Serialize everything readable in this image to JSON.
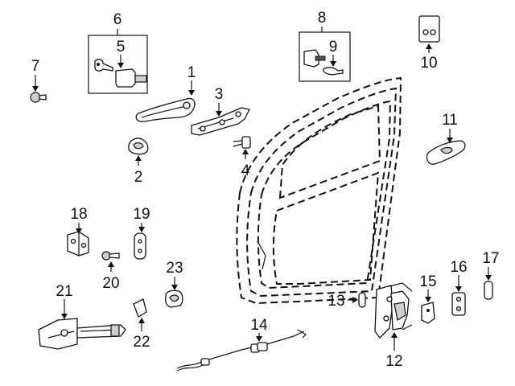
{
  "callouts": [
    "1",
    "2",
    "3",
    "4",
    "5",
    "6",
    "7",
    "8",
    "9",
    "10",
    "11",
    "12",
    "13",
    "14",
    "15",
    "16",
    "17",
    "18",
    "19",
    "20",
    "21",
    "22",
    "23"
  ],
  "colors": {
    "ink": "#111111",
    "fill": "#ffffff",
    "shade": "#cfcfcf"
  }
}
